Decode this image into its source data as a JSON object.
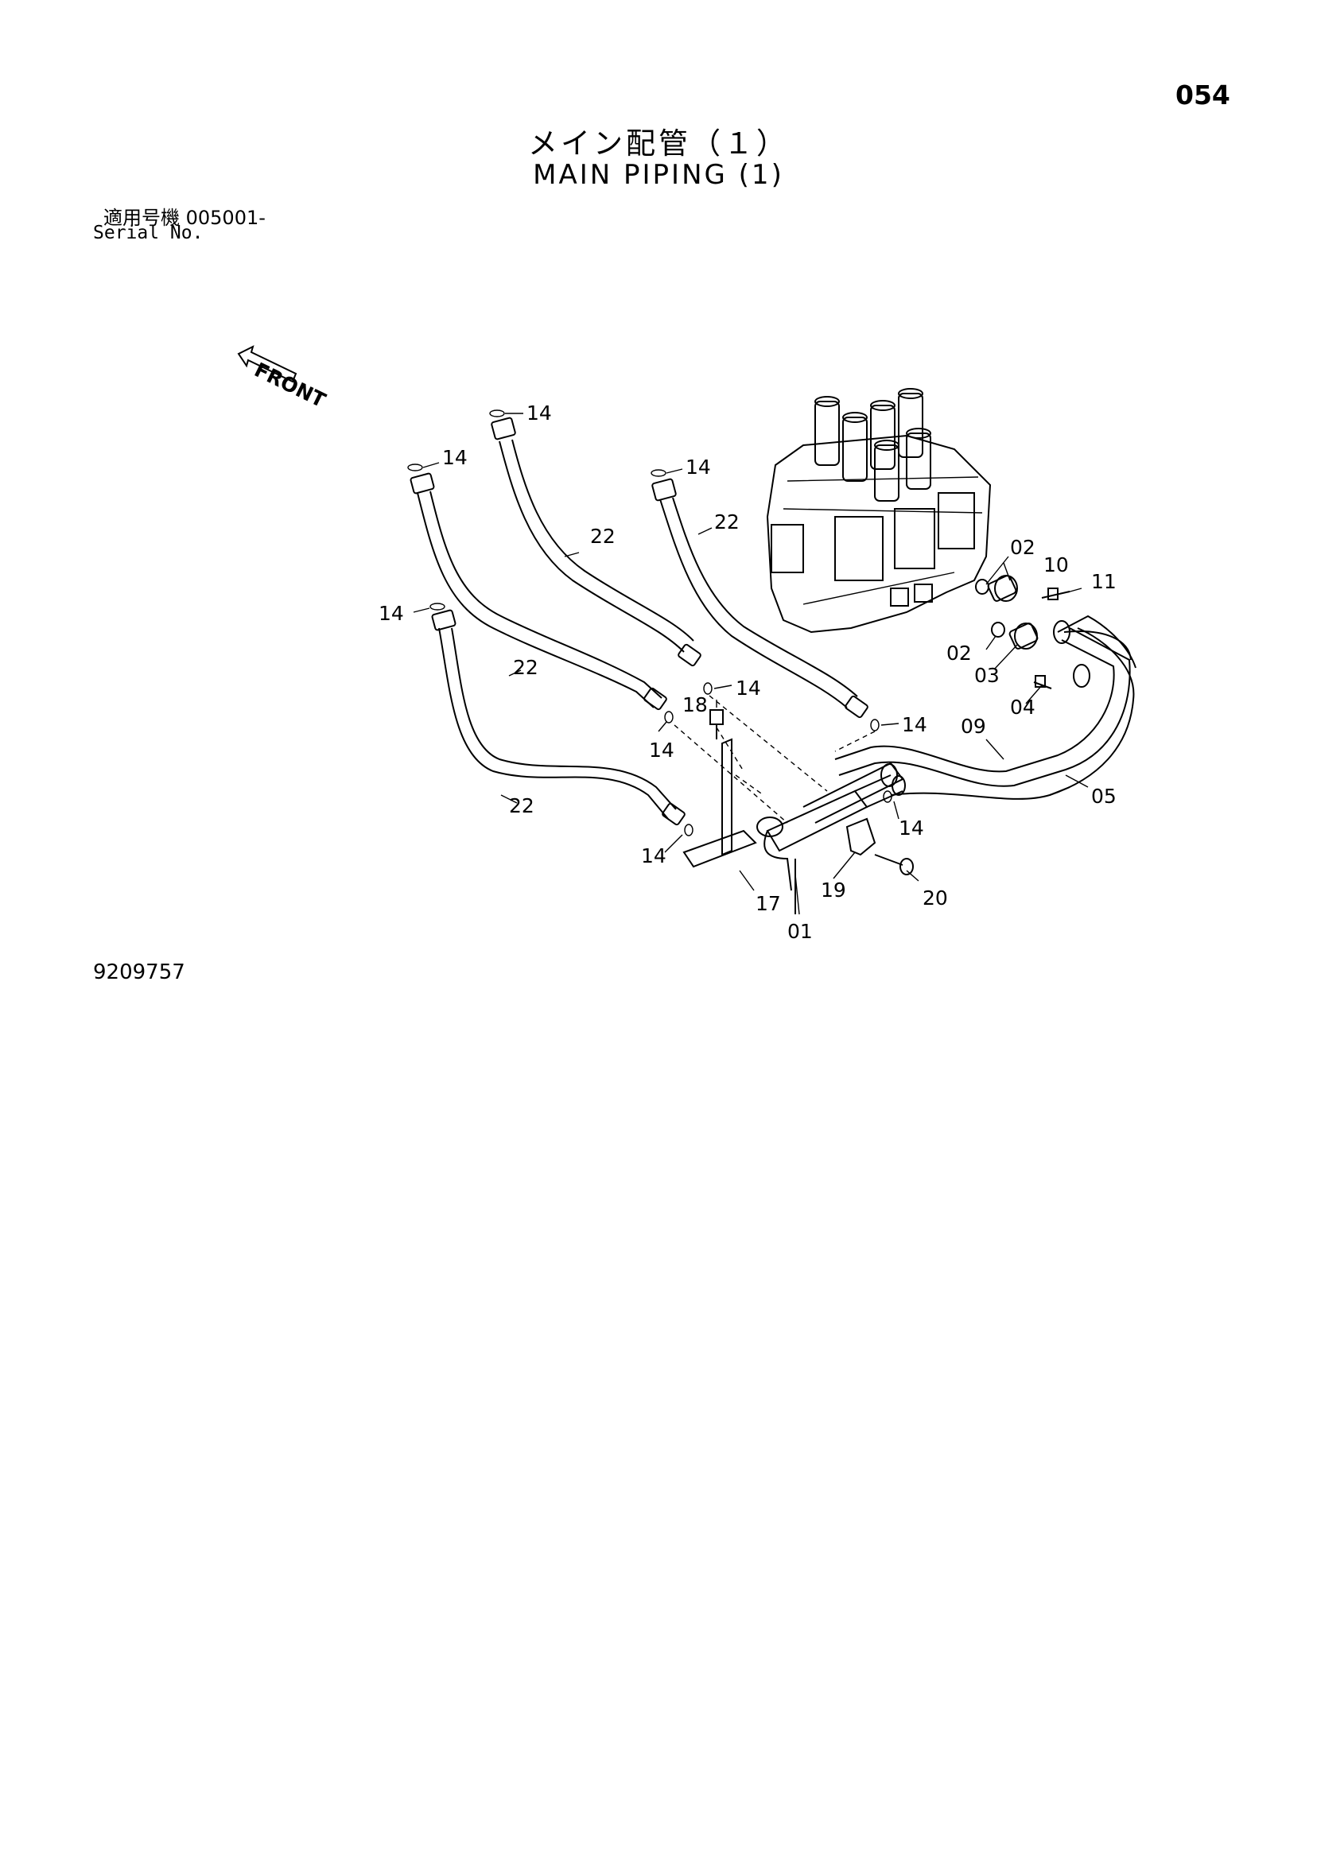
{
  "page_number": "054",
  "title_jp": "メイン配管（１）",
  "title_en": "MAIN PIPING (1)",
  "serial_jp": "適用号機  005001-",
  "serial_en": "Serial No.",
  "drawing_number": "9209757",
  "front_label": "FRONT",
  "callouts": {
    "hose_a_top_ring": "14",
    "hose_b_top_ring": "14",
    "hose_c_top_ring": "14",
    "hose_d_top_ring": "14",
    "hose_b": "22",
    "hose_c": "22",
    "hose_a": "22",
    "hose_d": "22",
    "ring_mid_1": "14",
    "ring_mid_2": "14",
    "ring_mid_3": "14",
    "ring_low_1": "14",
    "ring_low_2": "14",
    "oring_upper": "02",
    "oring_lower": "02",
    "flange_upper": "10",
    "bolt_upper": "11",
    "flange_lower": "03",
    "bolt_lower": "04",
    "pipe_09": "09",
    "pipe_05": "05",
    "plug_18": "18",
    "bracket_17": "17",
    "block_01": "01",
    "clamp_19": "19",
    "bolt_20": "20"
  }
}
